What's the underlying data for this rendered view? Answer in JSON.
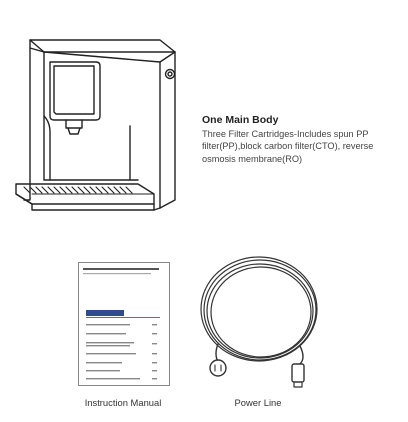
{
  "main_body": {
    "title": "One Main Body",
    "description": "Three Filter Cartridges-Includes spun PP filter(PP),block carbon filter(CTO), reverse osmosis membrane(RO)"
  },
  "manual": {
    "caption": "Instruction Manual"
  },
  "power_line": {
    "caption": "Power Line"
  }
}
